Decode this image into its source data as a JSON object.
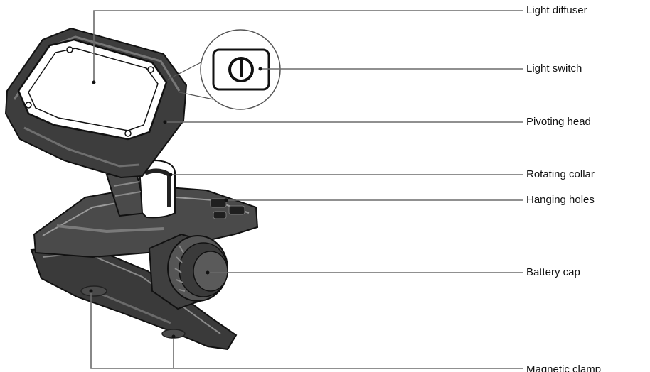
{
  "labels": {
    "light_diffuser": "Light diffuser",
    "light_switch": "Light switch",
    "pivoting_head": "Pivoting head",
    "rotating_collar": "Rotating collar",
    "hanging_holes": "Hanging holes",
    "battery_cap": "Battery cap",
    "magnetic_clamp": "Magnetic clamp"
  },
  "icons": {
    "switch_symbol": "power-icon"
  },
  "colors": {
    "line": "#6b6b6b",
    "outline": "#111111",
    "body_dark": "#3a3a3a",
    "body_mid": "#5a5a5a",
    "body_light": "#d9d9d9",
    "background": "#ffffff"
  }
}
